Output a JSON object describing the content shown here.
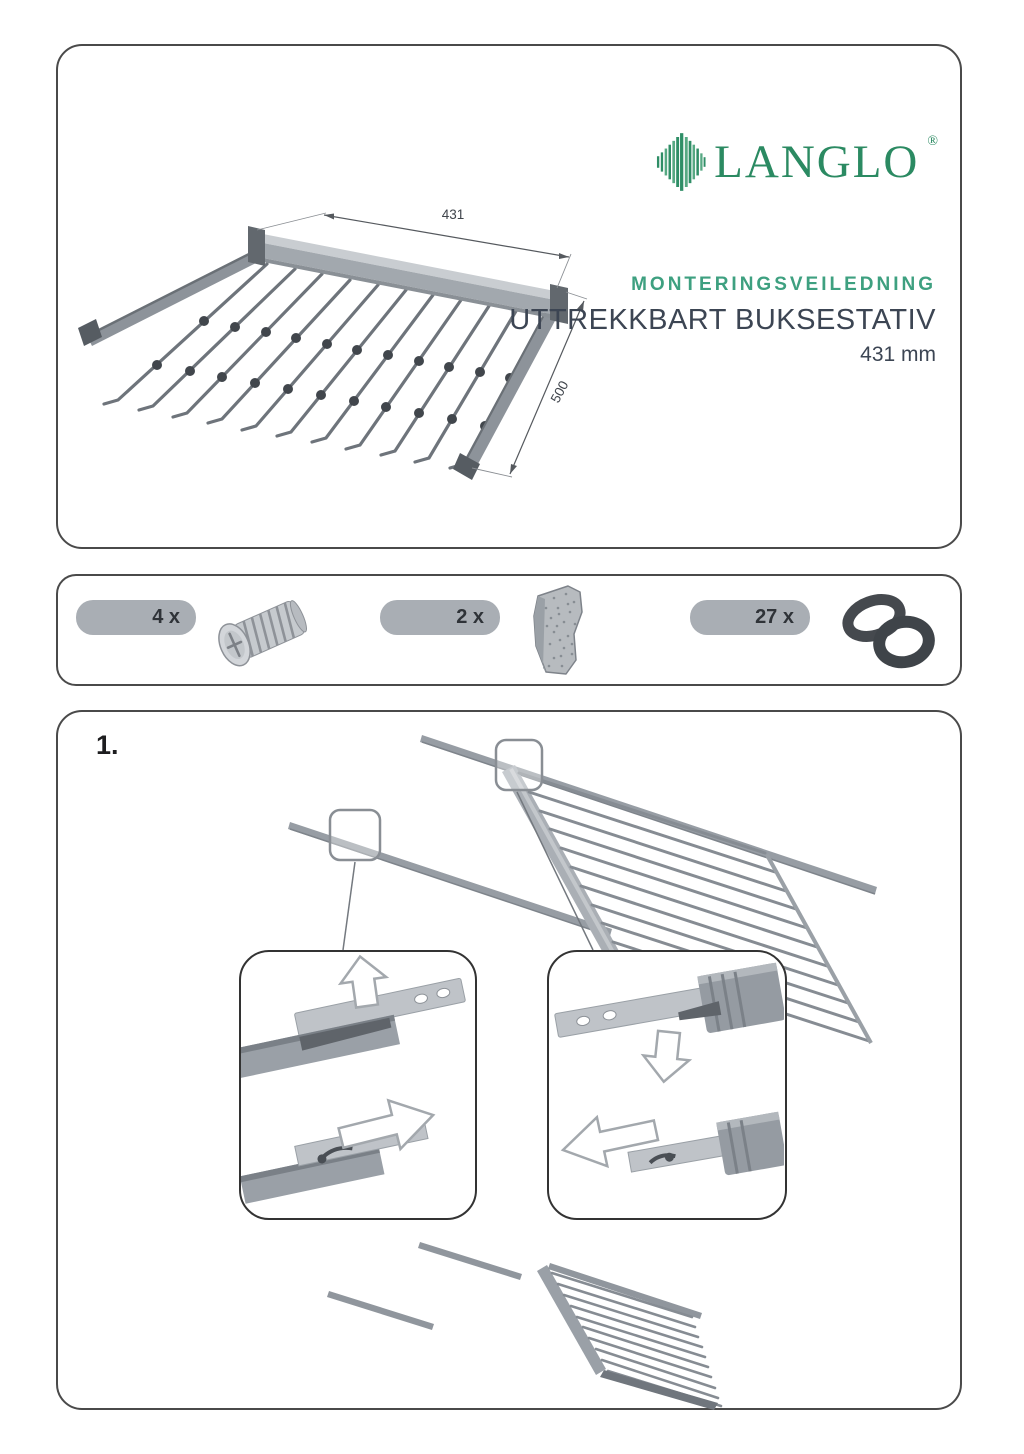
{
  "hero": {
    "logo_text": "LANGLO",
    "logo_registered": "®",
    "logo_icon": "langlo-diamond-stripes-icon",
    "subtitle": "MONTERINGSVEILEDNING",
    "title": "UTTREKKBART BUKSESTATIV",
    "size_label": "431 mm",
    "dim_width": "431",
    "dim_depth": "500"
  },
  "parts": {
    "items": [
      {
        "qty": "4 x",
        "part_icon": "euro-screw-icon"
      },
      {
        "qty": "2 x",
        "part_icon": "plastic-wedge-icon"
      },
      {
        "qty": "27 x",
        "part_icon": "rubber-ring-icon"
      }
    ]
  },
  "steps": [
    {
      "number": "1."
    }
  ],
  "colors": {
    "brand_green": "#2B8A62",
    "subtitle_green": "#3EA080",
    "title_dark": "#3C4553",
    "pill_gray": "#A9AEB4",
    "panel_border": "#4a4a4a",
    "metal_light": "#C9CDD1",
    "metal_mid": "#9AA1A8",
    "metal_dark": "#62686E"
  }
}
